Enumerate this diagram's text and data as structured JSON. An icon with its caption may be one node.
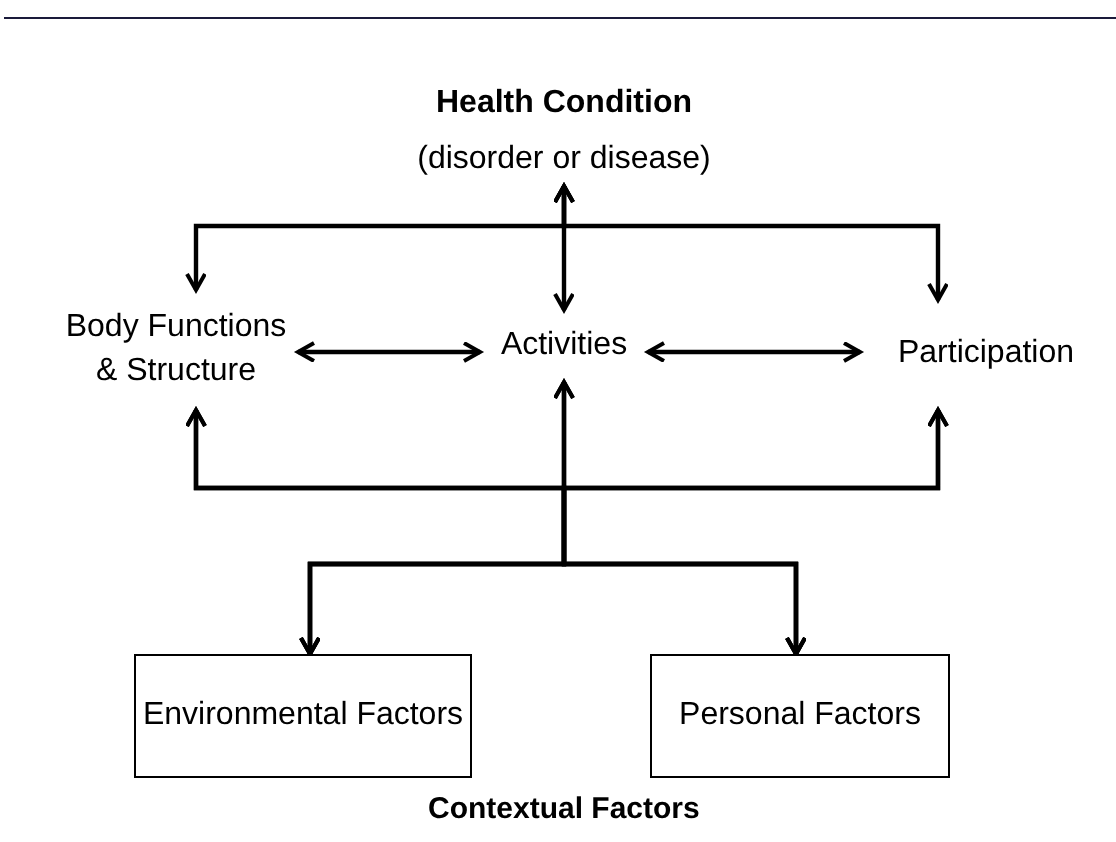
{
  "diagram": {
    "nodes": [
      {
        "text": [
          "Health Condition",
          "(disorder or disease)"
        ]
      },
      {
        "text": [
          "Body Functions & Structure"
        ]
      },
      {
        "text": [
          "Activities"
        ]
      },
      {
        "text": [
          "Participation"
        ]
      },
      {
        "text": [
          "Environmental Factors"
        ]
      },
      {
        "text": [
          "Personal Factors"
        ]
      }
    ],
    "edges": [
      {
        "from": 0,
        "to": 2,
        "arrow": "both"
      },
      {
        "from": 0,
        "to": 1,
        "arrow": "both"
      },
      {
        "from": 0,
        "to": 3,
        "arrow": "both"
      },
      {
        "from": 1,
        "to": 2,
        "arrow": "both"
      },
      {
        "from": 2,
        "to": 3,
        "arrow": "both"
      },
      {
        "from": 4,
        "to": 1,
        "arrow": "both"
      },
      {
        "from": 4,
        "to": 2,
        "arrow": "both"
      },
      {
        "from": 4,
        "to": 3,
        "arrow": "both"
      },
      {
        "from": 5,
        "to": 1,
        "arrow": "both"
      },
      {
        "from": 5,
        "to": 2,
        "arrow": "both"
      },
      {
        "from": 5,
        "to": 3,
        "arrow": "both"
      }
    ],
    "labels": [
      "Contextual Factors"
    ]
  }
}
